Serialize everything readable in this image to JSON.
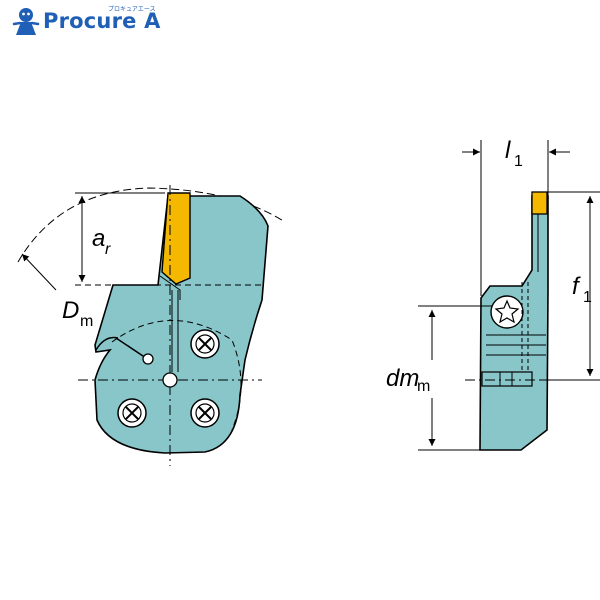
{
  "brand": {
    "name": "Procure A",
    "kana": "プロキュアエース",
    "icon": "mascot-icon",
    "color": "#1f5fb5"
  },
  "labels": {
    "a": "a",
    "a_sub": "r",
    "D": "D",
    "D_sub": "m",
    "l": "l",
    "l_sub": "1",
    "f": "f",
    "f_sub": "1",
    "dm": "dm",
    "dm_sub": "m"
  },
  "colors": {
    "body": "#88c6c9",
    "insert": "#f5b800",
    "outline": "#000000"
  }
}
